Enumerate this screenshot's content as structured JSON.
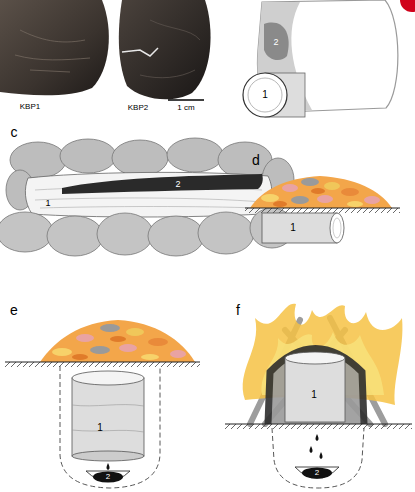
{
  "diagram": {
    "labels": [
      "KBP1",
      "KBP2",
      "1 cm",
      "2",
      "1",
      "c",
      "1",
      "2",
      "d",
      "1",
      "e",
      "1",
      "2",
      "f",
      "1",
      "2"
    ]
  }
}
